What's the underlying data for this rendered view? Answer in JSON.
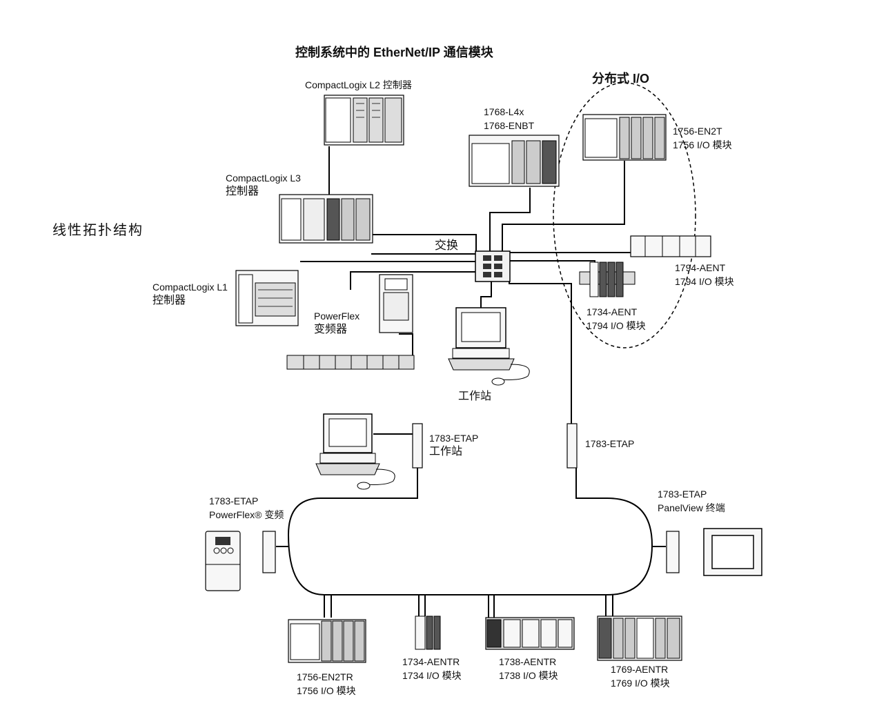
{
  "title": "控制系统中的 EtherNet/IP 通信模块",
  "section_labels": {
    "linear_topology": "线性拓扑结构",
    "distributed_io": "分布式 I/O"
  },
  "labels": {
    "compactlogix_l2": "CompactLogix L2 控制器",
    "compactlogix_l3_line1": "CompactLogix L3",
    "compactlogix_l3_line2": "控制器",
    "compactlogix_l1_line1": "CompactLogix L1",
    "compactlogix_l1_line2": "控制器",
    "l4x_line1": "1768-L4x",
    "l4x_line2": "1768-ENBT",
    "switch": "交换",
    "en2t_line1": "1756-EN2T",
    "en2t_line2": "1756 I/O 模块",
    "aent1794_line1": "1794-AENT",
    "aent1794_line2": "1794 I/O 模块",
    "aent1734_line1": "1734-AENT",
    "aent1734_line2": "1794 I/O 模块",
    "powerflex_line1": "PowerFlex",
    "powerflex_line2": "变频器",
    "workstation_top": "工作站",
    "etap_ws_line1": "1783-ETAP",
    "etap_ws_line2": "工作站",
    "etap_right": "1783-ETAP",
    "etap_pf_line1": "1783-ETAP",
    "etap_pf_line2": "PowerFlex® 变频",
    "etap_pv_line1": "1783-ETAP",
    "etap_pv_line2": "PanelView 终端",
    "en2tr_line1": "1756-EN2TR",
    "en2tr_line2": "1756 I/O 模块",
    "aentr1734_line1": "1734-AENTR",
    "aentr1734_line2": "1734 I/O 模块",
    "aentr1738_line1": "1738-AENTR",
    "aentr1738_line2": "1738 I/O 模块",
    "aentr1769_line1": "1769-AENTR",
    "aentr1769_line2": "1769 I/O 模块"
  },
  "colors": {
    "line": "#000000",
    "device_fill": "#f2f2f2",
    "device_dark": "#333333"
  }
}
